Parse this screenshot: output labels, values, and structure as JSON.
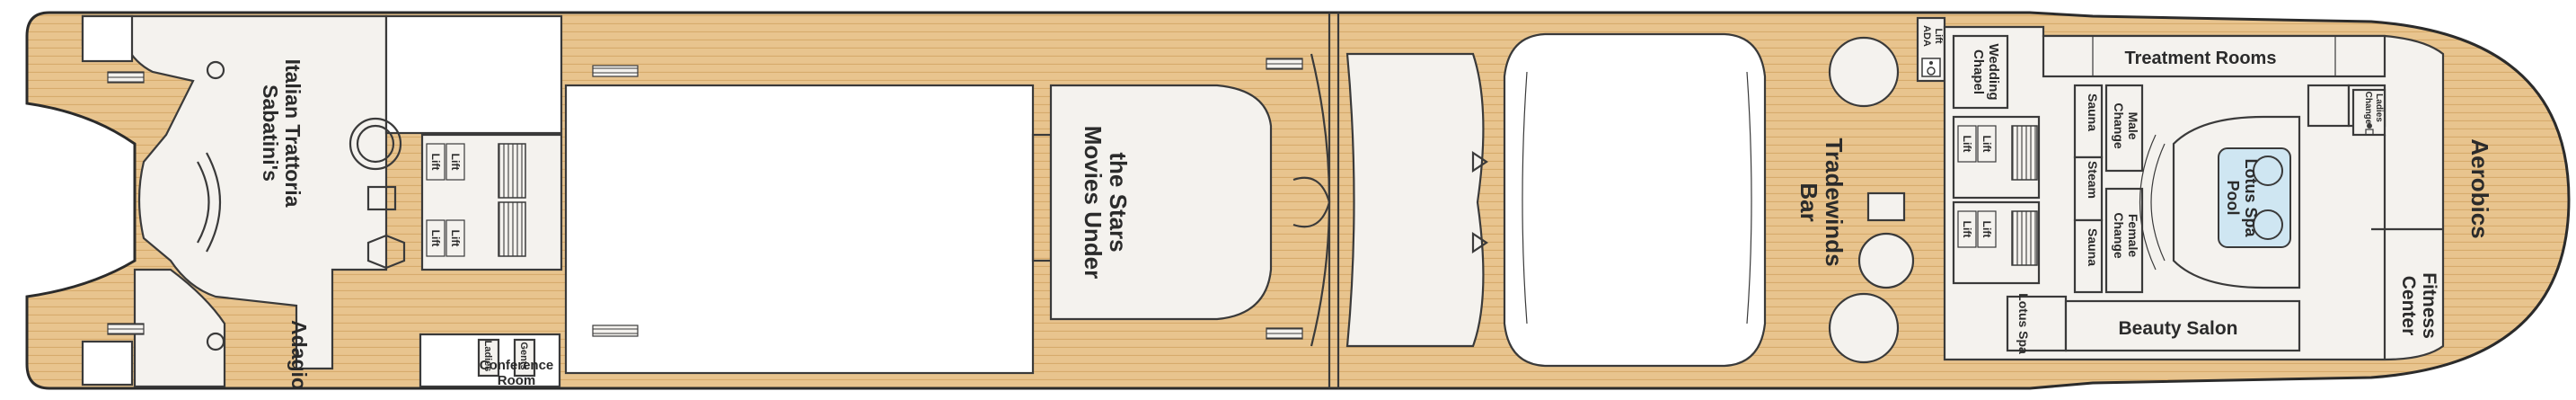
{
  "colors": {
    "deck_wood": "#e8c48e",
    "deck_plank": "#d6ab6c",
    "room_fill": "#f4f2ee",
    "outline": "#3a3a3a",
    "pool_water": "#cfe6f2"
  },
  "venues": {
    "sabatini_line1": "Sabatini's",
    "sabatini_line2": "Italian Trattoria",
    "adagio": "Adagio",
    "conference_line1": "Conference",
    "conference_line2": "Room",
    "ladies": "Ladies",
    "gents": "Gents",
    "movies_line1": "Movies Under",
    "movies_line2": "the Stars",
    "tradewinds_line1": "Tradewinds",
    "tradewinds_line2": "Bar",
    "ada_lift_line1": "ADA",
    "ada_lift_line2": "Lift",
    "wedding_line1": "Wedding",
    "wedding_line2": "Chapel",
    "treatment_rooms": "Treatment Rooms",
    "sauna": "Sauna",
    "steam": "Steam",
    "male_change_line1": "Male",
    "male_change_line2": "Change",
    "female_change_line1": "Female",
    "female_change_line2": "Change",
    "lotus_pool_line1": "Lotus Spa",
    "lotus_pool_line2": "Pool",
    "lotus_spa": "Lotus Spa",
    "beauty_salon": "Beauty Salon",
    "aerobics": "Aerobics",
    "fitness_line1": "Fitness",
    "fitness_line2": "Center",
    "ladies_change_line1": "Ladies",
    "ladies_change_line2": "Change"
  },
  "lift_label": "Lift",
  "icons": [
    "wheelchair-icon",
    "restroom-icon"
  ]
}
